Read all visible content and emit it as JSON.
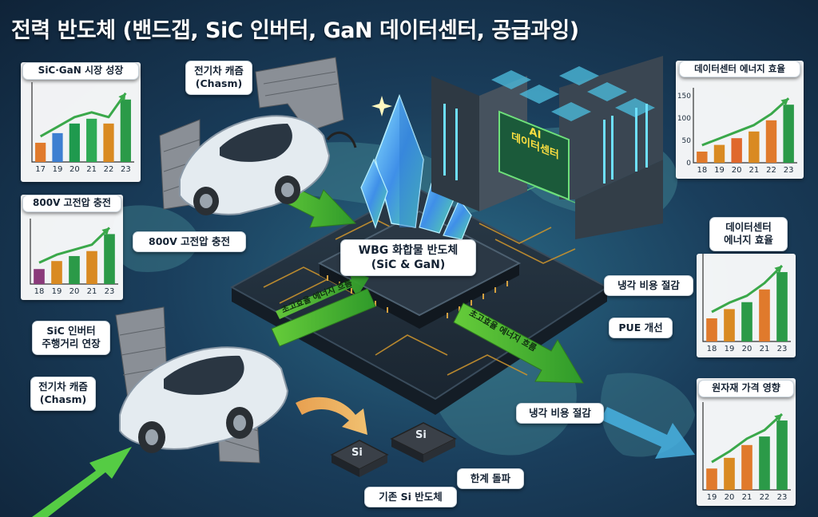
{
  "title": "전력 반도체 (밴드갭, SiC 인버터, GaN 데이터센터, 공급과잉)",
  "center_label": [
    "WBG 화합물 반도체",
    "(SiC & GaN)"
  ],
  "server_label": [
    "AI",
    "데이터센터"
  ],
  "chip_label": "Si",
  "flows": {
    "left": "초고효율 에너지 흐름",
    "right": "초고효율 에너지 흐름"
  },
  "callouts": {
    "ev_chasm_top": [
      "전기차 캐즘",
      "(Chasm)"
    ],
    "hv_charging_mid": "800V 고전압 충전",
    "sic_inverter": [
      "SiC 인버터",
      "주행거리 연장"
    ],
    "ev_chasm_bottom": [
      "전기차 캐즘",
      "(Chasm)"
    ],
    "dc_efficiency_mid": [
      "데이터센터",
      "에너지 효율"
    ],
    "cooling_cost_top": "냉각 비용 절감",
    "pue": "PUE 개선",
    "cooling_cost_bottom": "냉각 비용 절감",
    "limit_break": "한계 돌파",
    "legacy_si": "기존 Si 반도체"
  },
  "chart_data": [
    {
      "type": "bar",
      "title": "SiC·GaN 시장 성장",
      "categories": [
        "17",
        "19",
        "20",
        "21",
        "22",
        "23"
      ],
      "values": [
        2,
        3,
        4,
        4.5,
        4,
        6.5
      ],
      "colors": [
        "#e07a2c",
        "#3d7fd1",
        "#1f9a4e",
        "#2eaa55",
        "#d98a22",
        "#2b9a48"
      ]
    },
    {
      "type": "bar",
      "title": "800V 고전압 충전",
      "categories": [
        "18",
        "19",
        "20",
        "21",
        "23"
      ],
      "values": [
        1.5,
        2.3,
        2.8,
        3.3,
        5
      ],
      "colors": [
        "#8a3a7a",
        "#d98a22",
        "#2b9a48",
        "#d98a22",
        "#2b9a48"
      ]
    },
    {
      "type": "bar",
      "title": "데이터센터 에너지 효율",
      "categories": [
        "18",
        "19",
        "20",
        "21",
        "22",
        "23"
      ],
      "values": [
        25,
        40,
        55,
        70,
        95,
        130
      ],
      "ylim": [
        0,
        150
      ],
      "yticks": [
        "0",
        "50",
        "100",
        "150"
      ],
      "colors": [
        "#e07a2c",
        "#d98a22",
        "#e0682c",
        "#d98a22",
        "#e07a2c",
        "#2b9a48"
      ]
    },
    {
      "type": "bar",
      "title": "",
      "categories": [
        "18",
        "19",
        "20",
        "21",
        "23"
      ],
      "values": [
        2,
        2.8,
        3.4,
        4.5,
        6
      ],
      "colors": [
        "#e07a2c",
        "#d98a22",
        "#2b9a48",
        "#e07a2c",
        "#2b9a48"
      ]
    },
    {
      "type": "bar",
      "title": "원자재 가격 영향",
      "categories": [
        "19",
        "20",
        "21",
        "22",
        "23"
      ],
      "values": [
        2,
        3,
        4.2,
        5,
        6.5
      ],
      "colors": [
        "#e07a2c",
        "#d98a22",
        "#e07a2c",
        "#2b9a48",
        "#2b9a48"
      ]
    }
  ]
}
